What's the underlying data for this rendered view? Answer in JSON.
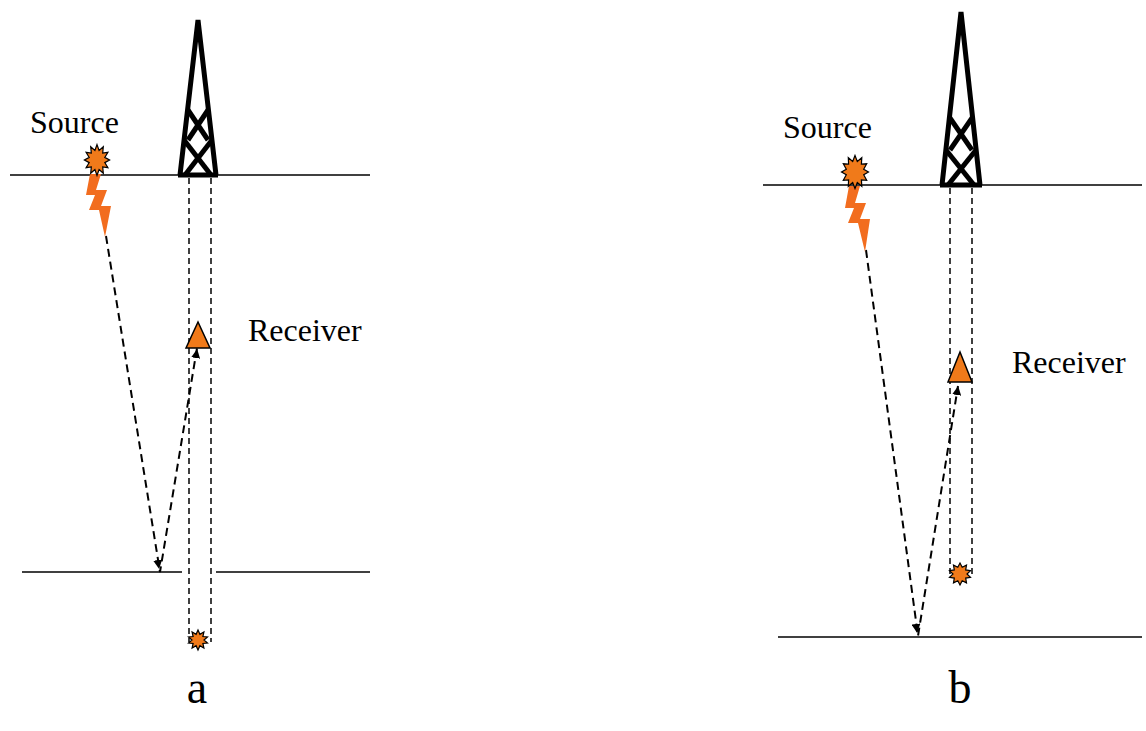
{
  "diagram": {
    "labels": [
      "Source",
      "Receiver",
      "a",
      "Source",
      "Receiver",
      "b"
    ]
  }
}
